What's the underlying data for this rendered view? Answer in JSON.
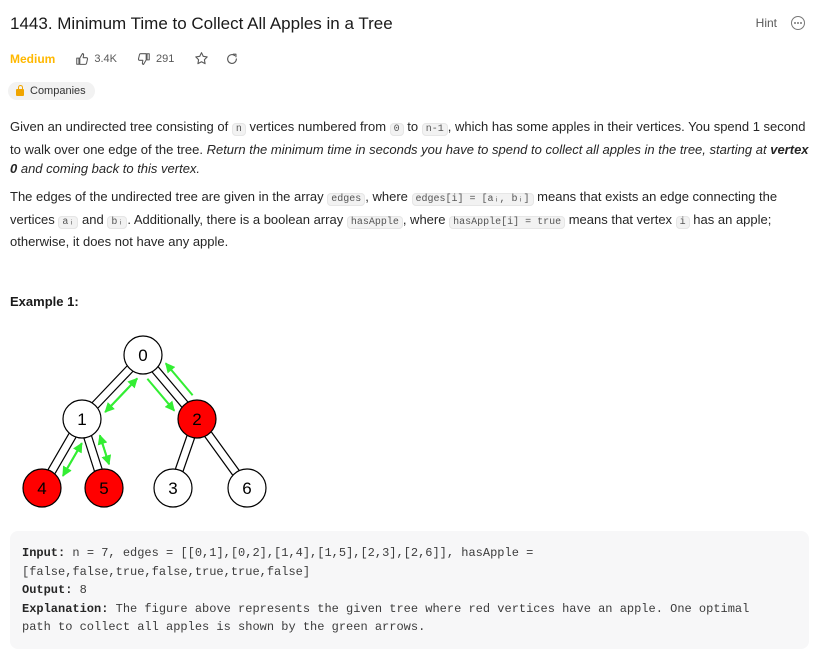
{
  "problem": {
    "title": "1443. Minimum Time to Collect All Apples in a Tree",
    "hint_label": "Hint",
    "difficulty": "Medium",
    "likes": "3.4K",
    "dislikes": "291",
    "companies_label": "Companies"
  },
  "description": {
    "p1_a": "Given an undirected tree consisting of ",
    "code_n": "n",
    "p1_b": " vertices numbered from ",
    "code_0": "0",
    "p1_c": " to ",
    "code_n1": "n-1",
    "p1_d": ", which has some apples in their vertices. You spend 1 second to walk over one edge of the tree. ",
    "p1_em_a": "Return the minimum time in seconds you have to spend to collect all apples in the tree, starting at ",
    "p1_strong": "vertex 0",
    "p1_em_b": " and coming back to this vertex.",
    "p2_a": "The edges of the undirected tree are given in the array ",
    "code_edges": "edges",
    "p2_b": ", where ",
    "code_edges_i": "edges[i] = [aᵢ, bᵢ]",
    "p2_c": " means that exists an edge connecting the vertices ",
    "code_ai": "aᵢ",
    "p2_d": " and ",
    "code_bi": "bᵢ",
    "p2_e": ". Additionally, there is a boolean array ",
    "code_hasapple": "hasApple",
    "p2_f": ", where ",
    "code_hasapple_i": "hasApple[i] = true",
    "p2_g": " means that vertex ",
    "code_i": "i",
    "p2_h": " has an apple; otherwise, it does not have any apple."
  },
  "example": {
    "title": "Example 1:",
    "input_label": "Input:",
    "input_value": " n = 7, edges = [[0,1],[0,2],[1,4],[1,5],[2,3],[2,6]], hasApple =",
    "input_value_2": "[false,false,true,false,true,true,false]",
    "output_label": "Output:",
    "output_value": " 8",
    "explanation_label": "Explanation:",
    "explanation_value": " The figure above represents the given tree where red vertices have an apple. One optimal",
    "explanation_value_2": "path to collect all apples is shown by the green arrows."
  },
  "tree": {
    "nodes": [
      {
        "label": "0",
        "apple": false
      },
      {
        "label": "1",
        "apple": false
      },
      {
        "label": "2",
        "apple": true
      },
      {
        "label": "4",
        "apple": true
      },
      {
        "label": "5",
        "apple": true
      },
      {
        "label": "3",
        "apple": false
      },
      {
        "label": "6",
        "apple": false
      }
    ],
    "colors": {
      "apple": "#ff0000",
      "empty": "#ffffff",
      "arrow": "#33ee33",
      "edge": "#000000"
    }
  }
}
